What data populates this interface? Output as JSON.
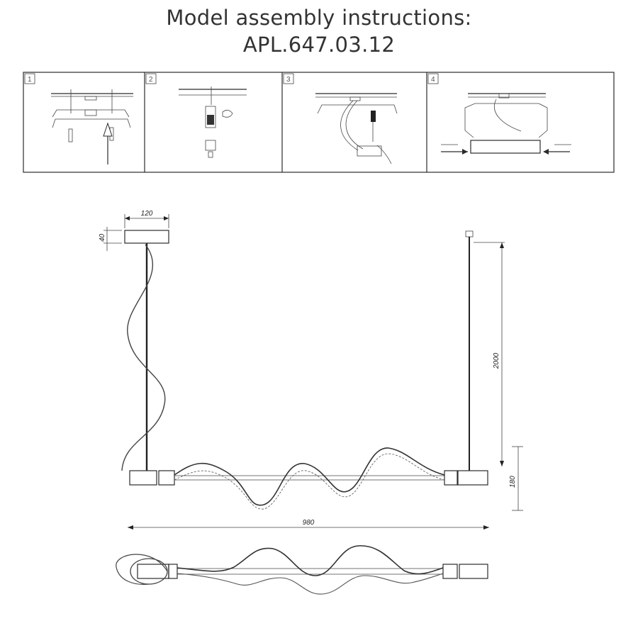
{
  "header": {
    "title_line1": "Model assembly instructions:",
    "title_line2": "APL.647.03.12"
  },
  "steps": [
    {
      "number": "1"
    },
    {
      "number": "2"
    },
    {
      "number": "3"
    },
    {
      "number": "4"
    }
  ],
  "dimensions": {
    "canopy_width": "120",
    "canopy_height": "40",
    "suspension_length": "2000",
    "body_height": "180",
    "overall_length": "980"
  }
}
